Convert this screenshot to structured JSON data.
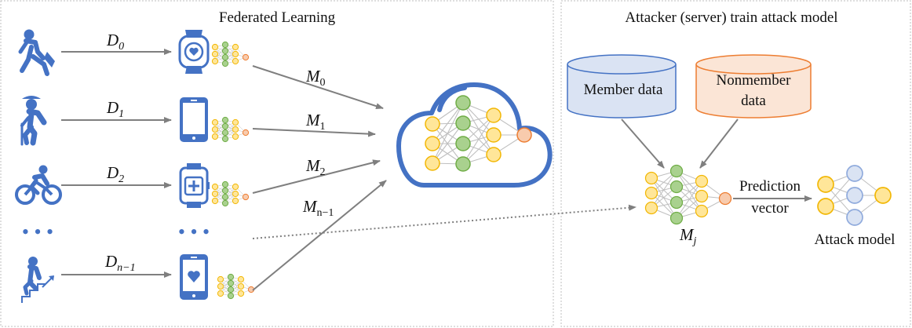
{
  "colors": {
    "icon_blue": "#4472C4",
    "cloud_blue": "#4472C4",
    "green_node": "#A9D18E",
    "green_stroke": "#70AD47",
    "yellow_node": "#FFE699",
    "yellow_stroke": "#F2B705",
    "orange_node": "#F8CBAD",
    "orange_stroke": "#ED7D31",
    "blue_node": "#DAE3F3",
    "blue_stroke": "#8FAADC",
    "member_fill": "#DAE3F3",
    "member_stroke": "#4472C4",
    "nonmember_fill": "#FBE5D6",
    "nonmember_stroke": "#ED7D31",
    "panel_border": "#BFBFBF",
    "arrow": "#7F7F7F"
  },
  "left_panel": {
    "title": "Federated Learning",
    "clients": [
      {
        "person_icon": "walking-person-icon",
        "device_icon": "smartwatch-heart-icon",
        "data_base": "D",
        "data_sub": "0",
        "model_base": "M",
        "model_sub": "0"
      },
      {
        "person_icon": "elderly-person-cane-icon",
        "device_icon": "smartphone-icon",
        "data_base": "D",
        "data_sub": "1",
        "model_base": "M",
        "model_sub": "1"
      },
      {
        "person_icon": "cyclist-icon",
        "device_icon": "smartwatch-medical-icon",
        "data_base": "D",
        "data_sub": "2",
        "model_base": "M",
        "model_sub": "2"
      },
      {
        "person_icon": "stairs-climber-icon",
        "device_icon": "smartphone-heart-icon",
        "data_base": "D",
        "data_sub": "n−1",
        "model_base": "M",
        "model_sub": "n−1"
      }
    ],
    "ellipsis": "• • •"
  },
  "right_panel": {
    "title": "Attacker (server) train attack model",
    "member_label": "Member data",
    "nonmember_label_line1": "Nonmember",
    "nonmember_label_line2": "data",
    "target_model_base": "M",
    "target_model_sub": "j",
    "prediction_label_line1": "Prediction",
    "prediction_label_line2": "vector",
    "attack_model_label": "Attack model"
  }
}
